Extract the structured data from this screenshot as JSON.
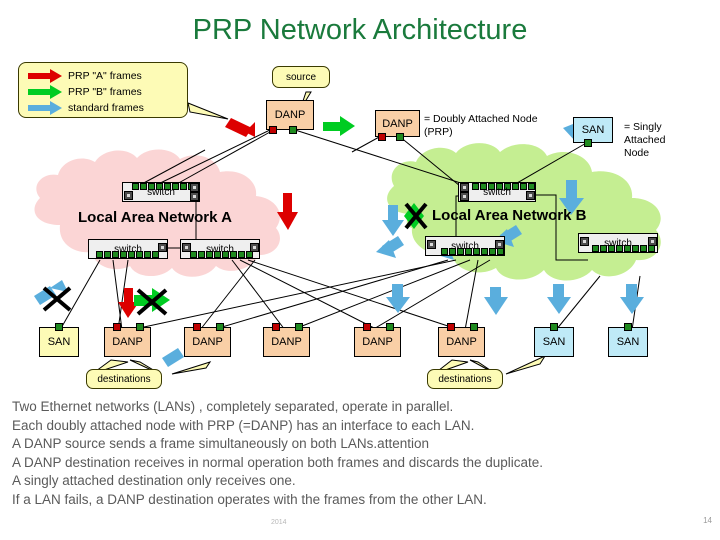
{
  "slide": {
    "title": "PRP Network Architecture",
    "page_number": "14",
    "year_mark": "2014"
  },
  "legend": {
    "items": [
      {
        "color": "#dd0000",
        "label": "PRP \"A\" frames",
        "arrow": "red-arrow-icon"
      },
      {
        "color": "#00cc22",
        "label": "PRP \"B\" frames",
        "arrow": "green-arrow-icon"
      },
      {
        "color": "#5aaedd",
        "label": "standard frames",
        "arrow": "blue-arrow-icon"
      }
    ]
  },
  "callouts": {
    "source": "source",
    "destinations_left": "destinations",
    "destinations_right": "destinations"
  },
  "key": {
    "danp_box_label": "DANP",
    "danp_definition": "= Doubly Attached Node\n(PRP)",
    "san_box_label": "SAN",
    "san_definition": "= Singly\nAttached\nNode"
  },
  "clouds": {
    "lan_a": {
      "label": "Local Area Network  A",
      "color": "#fbd5d5"
    },
    "lan_b": {
      "label": "Local Area Network B",
      "color": "#c5ee92"
    }
  },
  "source_node": {
    "label": "DANP"
  },
  "switches": {
    "lan_a": [
      {
        "label": "switch"
      },
      {
        "label": "switch"
      },
      {
        "label": "switch"
      }
    ],
    "lan_b": [
      {
        "label": "switch"
      },
      {
        "label": "switch"
      },
      {
        "label": "switch"
      }
    ]
  },
  "destination_nodes": [
    {
      "type": "SAN",
      "label": "SAN",
      "style": "san-yellow"
    },
    {
      "type": "DANP",
      "label": "DANP",
      "style": "danp"
    },
    {
      "type": "DANP",
      "label": "DANP",
      "style": "danp"
    },
    {
      "type": "DANP",
      "label": "DANP",
      "style": "danp"
    },
    {
      "type": "DANP",
      "label": "DANP",
      "style": "danp"
    },
    {
      "type": "DANP",
      "label": "DANP",
      "style": "danp"
    },
    {
      "type": "SAN",
      "label": "SAN",
      "style": "san-blue"
    },
    {
      "type": "SAN",
      "label": "SAN",
      "style": "san-blue"
    }
  ],
  "body_text": [
    "Two Ethernet networks (LANs) , completely separated, operate in parallel.",
    "Each doubly attached node with PRP (=DANP) has an interface to each LAN.",
    "A DANP source sends a frame simultaneously on both LANs.attention",
    "A DANP destination receives in normal operation both frames and discards the duplicate.",
    "A singly attached destination only receives one.",
    "If a LAN fails, a DANP destination operates with the frames from the other LAN."
  ],
  "colors": {
    "title_green": "#1a7a3c",
    "red_frame": "#dd0000",
    "green_frame": "#00cc22",
    "blue_frame": "#5aaedd",
    "danp_fill": "#f9cfa6",
    "san_fill": "#bfeaf7",
    "callout_fill": "#fdfbb6",
    "switch_fill": "#efefef",
    "port_red": "#c00000",
    "port_green": "#1f8a1f"
  }
}
